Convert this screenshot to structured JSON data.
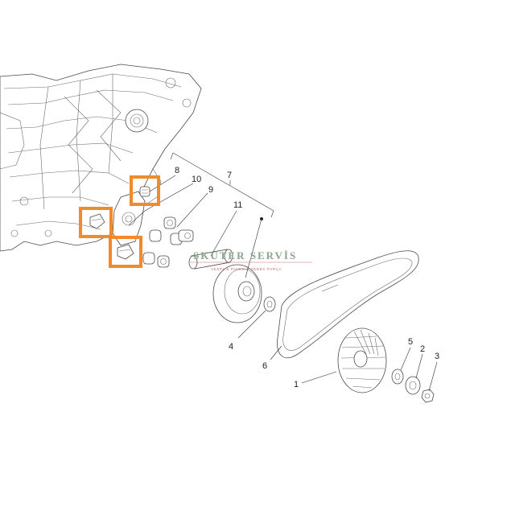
{
  "watermark": {
    "title": "SKUTER SERVİS",
    "subtitle": "VESPA & PIAGGIO YEDEK PARÇA"
  },
  "callouts": [
    {
      "id": "1",
      "text": "1"
    },
    {
      "id": "2",
      "text": "2"
    },
    {
      "id": "3",
      "text": "3"
    },
    {
      "id": "4",
      "text": "4"
    },
    {
      "id": "5",
      "text": "5"
    },
    {
      "id": "6",
      "text": "6"
    },
    {
      "id": "7",
      "text": "7"
    },
    {
      "id": "8",
      "text": "8"
    },
    {
      "id": "9",
      "text": "9"
    },
    {
      "id": "10",
      "text": "10"
    },
    {
      "id": "11",
      "text": "11"
    }
  ],
  "colors": {
    "highlight": "#f08a2c",
    "line": "#4a4a4a",
    "watermark": "#8aa58a"
  }
}
